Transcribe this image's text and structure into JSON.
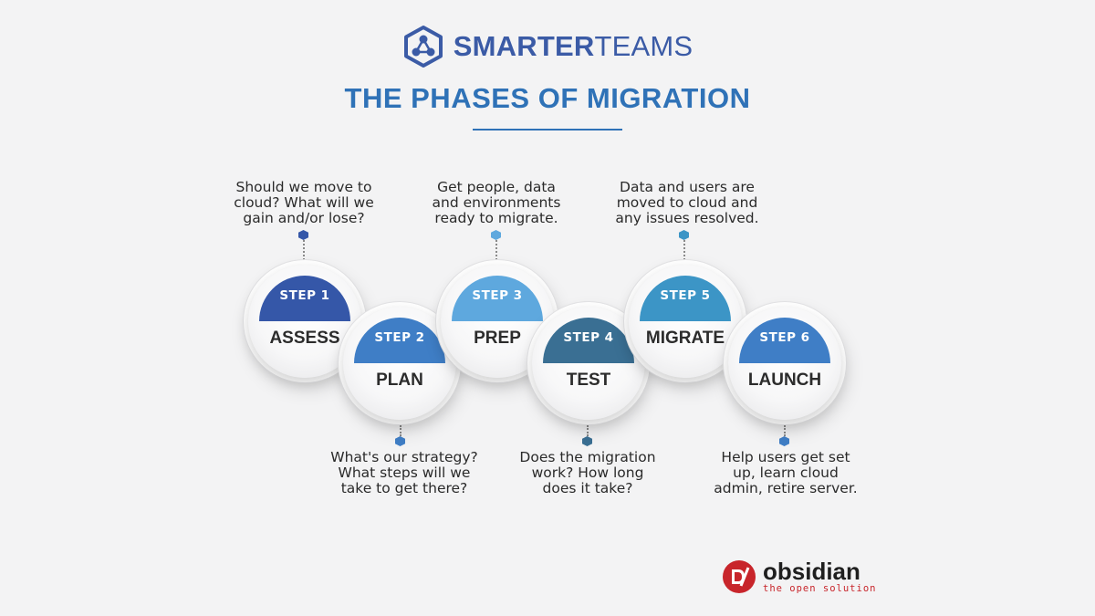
{
  "brand": {
    "name_bold": "SMARTER",
    "name_light": "TEAMS",
    "icon": "network-hex-icon",
    "color": "#3b5ba6"
  },
  "title": "THE PHASES OF MIGRATION",
  "steps": [
    {
      "label": "STEP 1",
      "name": "ASSESS",
      "color": "#3557a8",
      "desc": [
        "Should we move to",
        "cloud? What will we",
        "gain and/or lose?"
      ],
      "desc_position": "above"
    },
    {
      "label": "STEP 2",
      "name": "PLAN",
      "color": "#3f7ec6",
      "desc": [
        "What's our strategy?",
        "What steps will we",
        "take to get there?"
      ],
      "desc_position": "below"
    },
    {
      "label": "STEP 3",
      "name": "PREP",
      "color": "#5ea8de",
      "desc": [
        "Get people, data",
        "and environments",
        "ready to migrate."
      ],
      "desc_position": "above"
    },
    {
      "label": "STEP 4",
      "name": "TEST",
      "color": "#3a6f93",
      "desc": [
        "Does the migration",
        "work? How long",
        "does it take?"
      ],
      "desc_position": "below"
    },
    {
      "label": "STEP 5",
      "name": "MIGRATE",
      "color": "#3c95c6",
      "desc": [
        "Data and users are",
        "moved to cloud and",
        "any issues resolved."
      ],
      "desc_position": "above"
    },
    {
      "label": "STEP 6",
      "name": "LAUNCH",
      "color": "#3f7ec6",
      "desc": [
        "Help users get set",
        "up, learn cloud",
        "admin, retire server."
      ],
      "desc_position": "below"
    }
  ],
  "footer": {
    "logo_word": "obsidian",
    "logo_tagline": "the open solution",
    "logo_icon": "obsidian-logo-icon",
    "logo_color": "#c8252b"
  }
}
